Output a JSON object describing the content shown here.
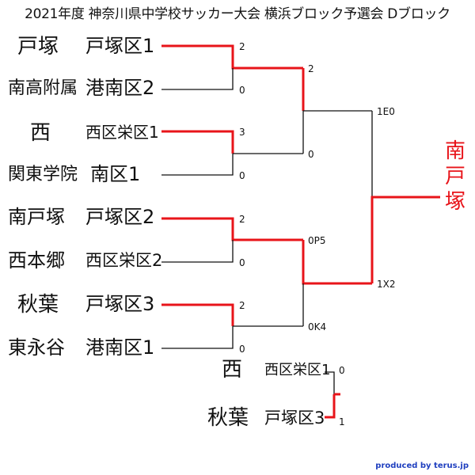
{
  "title": "2021年度 神奈川県中学校サッカー大会 横浜ブロック予選会 Dブロック",
  "teams": [
    {
      "name": "戸塚",
      "district": "戸塚区1"
    },
    {
      "name": "南高附属",
      "district": "港南区2"
    },
    {
      "name": "西",
      "district": "西区栄区1"
    },
    {
      "name": "関東学院",
      "district": "南区1"
    },
    {
      "name": "南戸塚",
      "district": "戸塚区2"
    },
    {
      "name": "西本郷",
      "district": "西区栄区2"
    },
    {
      "name": "秋葉",
      "district": "戸塚区3"
    },
    {
      "name": "東永谷",
      "district": "港南区1"
    }
  ],
  "third_place": [
    {
      "name": "西",
      "district": "西区栄区1"
    },
    {
      "name": "秋葉",
      "district": "戸塚区3"
    }
  ],
  "scores": {
    "r1": [
      "2",
      "0",
      "3",
      "0",
      "2",
      "0",
      "2",
      "0"
    ],
    "r2": [
      "2",
      "0",
      "0P5",
      "0K4"
    ],
    "final": [
      "1E0",
      "1X2"
    ],
    "third": [
      "0",
      "1"
    ]
  },
  "champion": "南\n戸\n塚",
  "credit": "produced by terus.jp",
  "colors": {
    "winner": "#e8141a",
    "line": "#111111"
  }
}
